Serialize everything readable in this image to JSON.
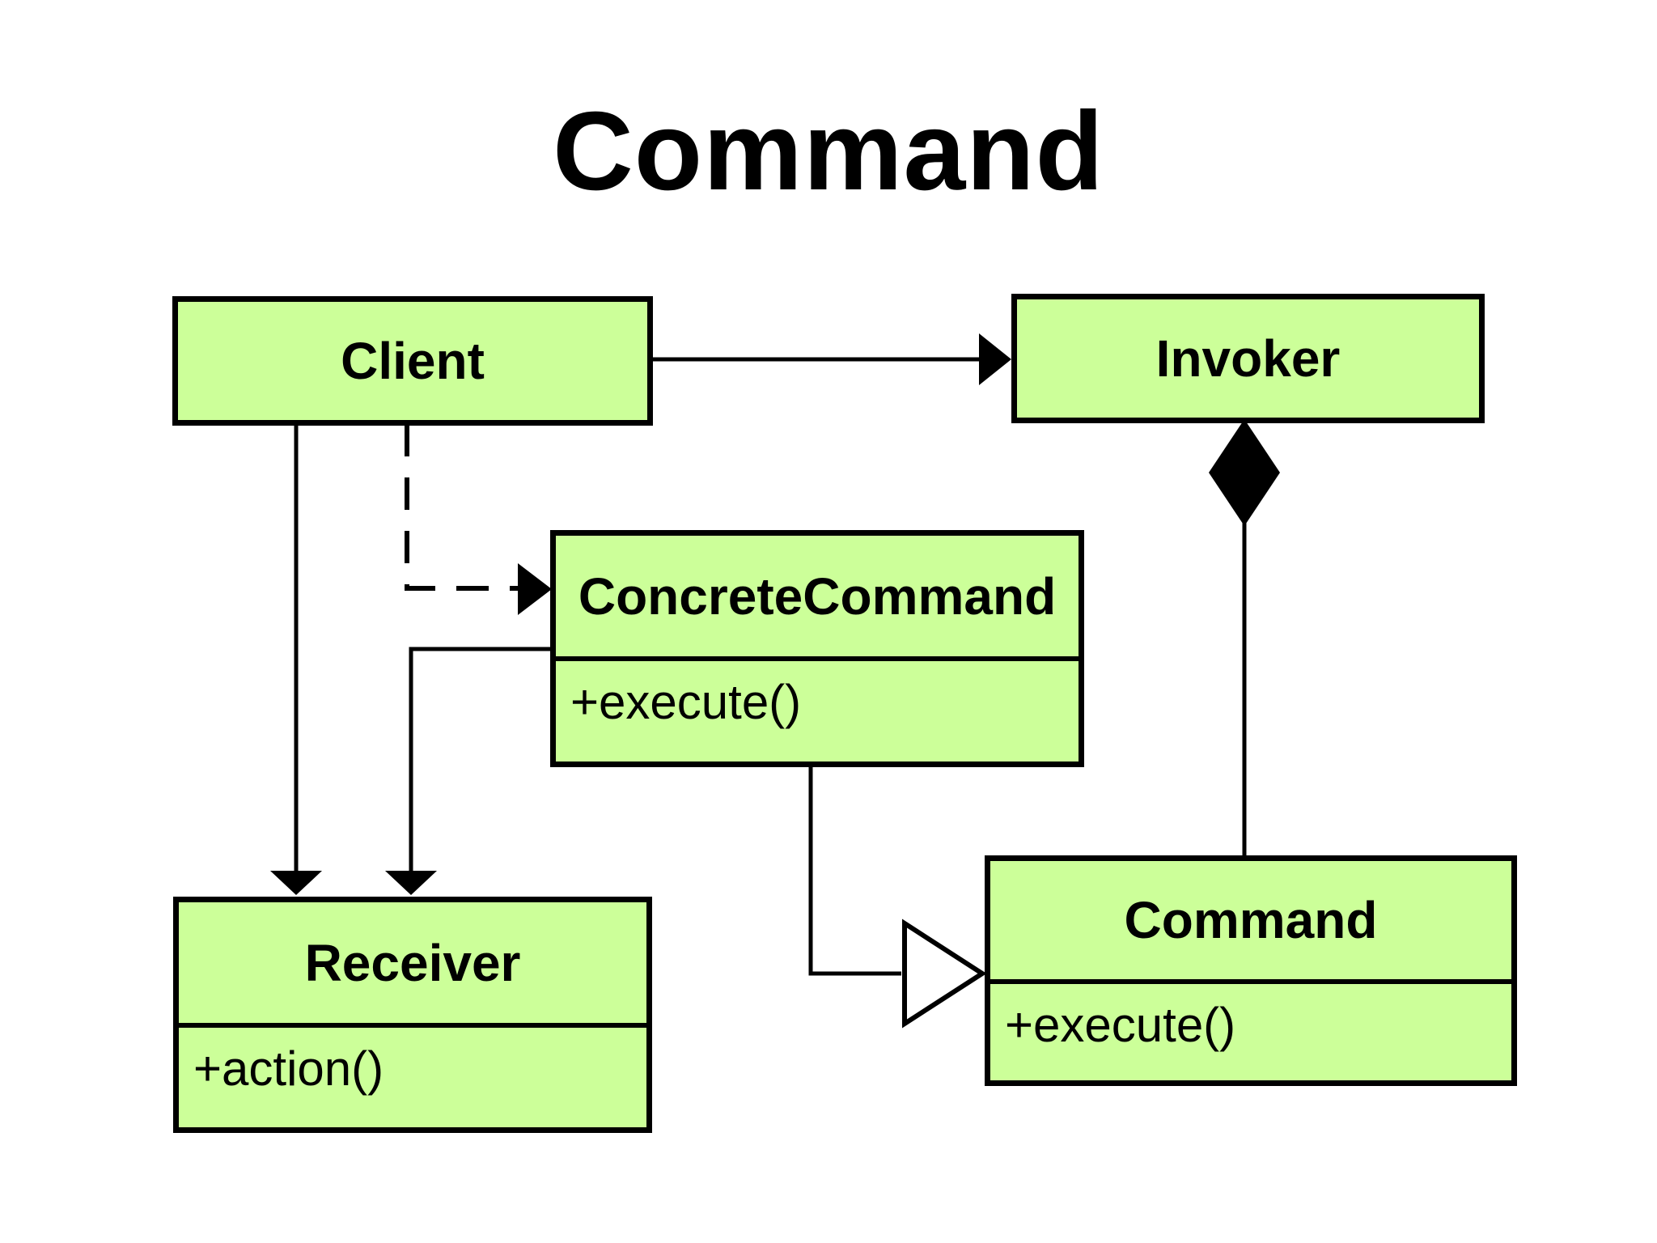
{
  "title": "Command",
  "colors": {
    "class_fill": "#ccff99",
    "stroke": "#000000",
    "background": "#ffffff",
    "text": "#000000"
  },
  "classes": {
    "client": {
      "name": "Client"
    },
    "invoker": {
      "name": "Invoker"
    },
    "concrete_command": {
      "name": "ConcreteCommand",
      "methods": [
        "+execute()"
      ]
    },
    "receiver": {
      "name": "Receiver",
      "methods": [
        "+action()"
      ]
    },
    "command": {
      "name": "Command",
      "methods": [
        "+execute()"
      ]
    }
  }
}
